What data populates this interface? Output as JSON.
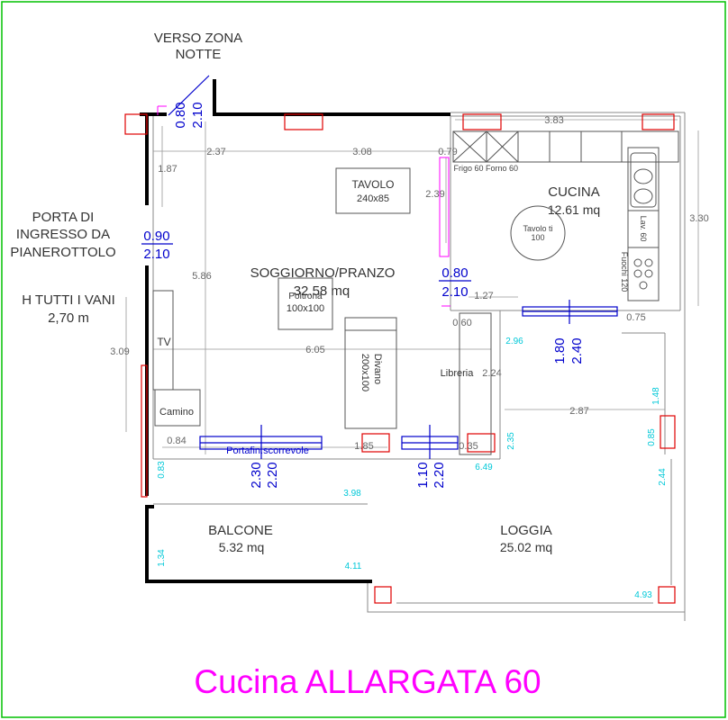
{
  "title": "Cucina ALLARGATA 60",
  "labels": {
    "verso_zona_1": "VERSO ZONA",
    "verso_zona_2": "NOTTE",
    "porta_1": "PORTA DI",
    "porta_2": "INGRESSO DA",
    "porta_3": "PIANEROTTOLO",
    "htutti_1": "H TUTTI I VANI",
    "htutti_2": "2,70 m"
  },
  "rooms": {
    "cucina_name": "CUCINA",
    "cucina_area": "12.61 mq",
    "soggiorno_name": "SOGGIORNO/PRANZO",
    "soggiorno_area": "32.58 mq",
    "balcone_name": "BALCONE",
    "balcone_area": "5.32 mq",
    "loggia_name": "LOGGIA",
    "loggia_area": "25.02 mq"
  },
  "furniture": {
    "tavolo_1": "TAVOLO",
    "tavolo_2": "240x85",
    "poltrona_1": "Poltrona",
    "poltrona_2": "100x100",
    "divano_1": "Divano",
    "divano_2": "200x100",
    "tavolo_round_1": "Tavolo ti",
    "tavolo_round_2": "100",
    "tv": "TV",
    "camino": "Camino",
    "libreria": "Libreria",
    "frigo": "Frigo 60",
    "forno": "Forno 60",
    "lav": "Lav. 60",
    "fuochi": "Fuochi 120",
    "portafin": "Portafin.scorrevole"
  },
  "doors": {
    "top_w": "0.80",
    "top_h": "2.10",
    "ingresso_w": "0.90",
    "ingresso_h": "2.10",
    "cucina_w": "0.80",
    "cucina_h": "2.10",
    "cucwin_w": "1.80",
    "cucwin_h": "2.40",
    "portafin_w": "2.30",
    "portafin_h": "2.20",
    "mid_w": "1.10",
    "mid_h": "2.20"
  },
  "dims": {
    "d383": "3.83",
    "d237": "2.37",
    "d308": "3.08",
    "d079": "0.79",
    "d187": "1.87",
    "d239": "2.39",
    "d330": "3.30",
    "d586": "5.86",
    "d127": "1.27",
    "d060": "0.60",
    "d075": "0.75",
    "d309": "3.09",
    "d605": "6.05",
    "d224": "2.24",
    "d287": "2.87",
    "d084": "0.84",
    "d185": "1.85",
    "d035": "0.35"
  },
  "cyan_dims": {
    "c296": "2.96",
    "c148": "1.48",
    "c085": "0.85",
    "c235": "2.35",
    "c649": "6.49",
    "c083": "0.83",
    "c398": "3.98",
    "c244": "2.44",
    "c134": "1.34",
    "c411": "4.11",
    "c493": "4.93"
  },
  "colors": {
    "title": "#ff00ff",
    "door_label": "#0000cc",
    "cyan_dim": "#00c8d8",
    "window_red": "#e00000",
    "border": "#00c000"
  }
}
